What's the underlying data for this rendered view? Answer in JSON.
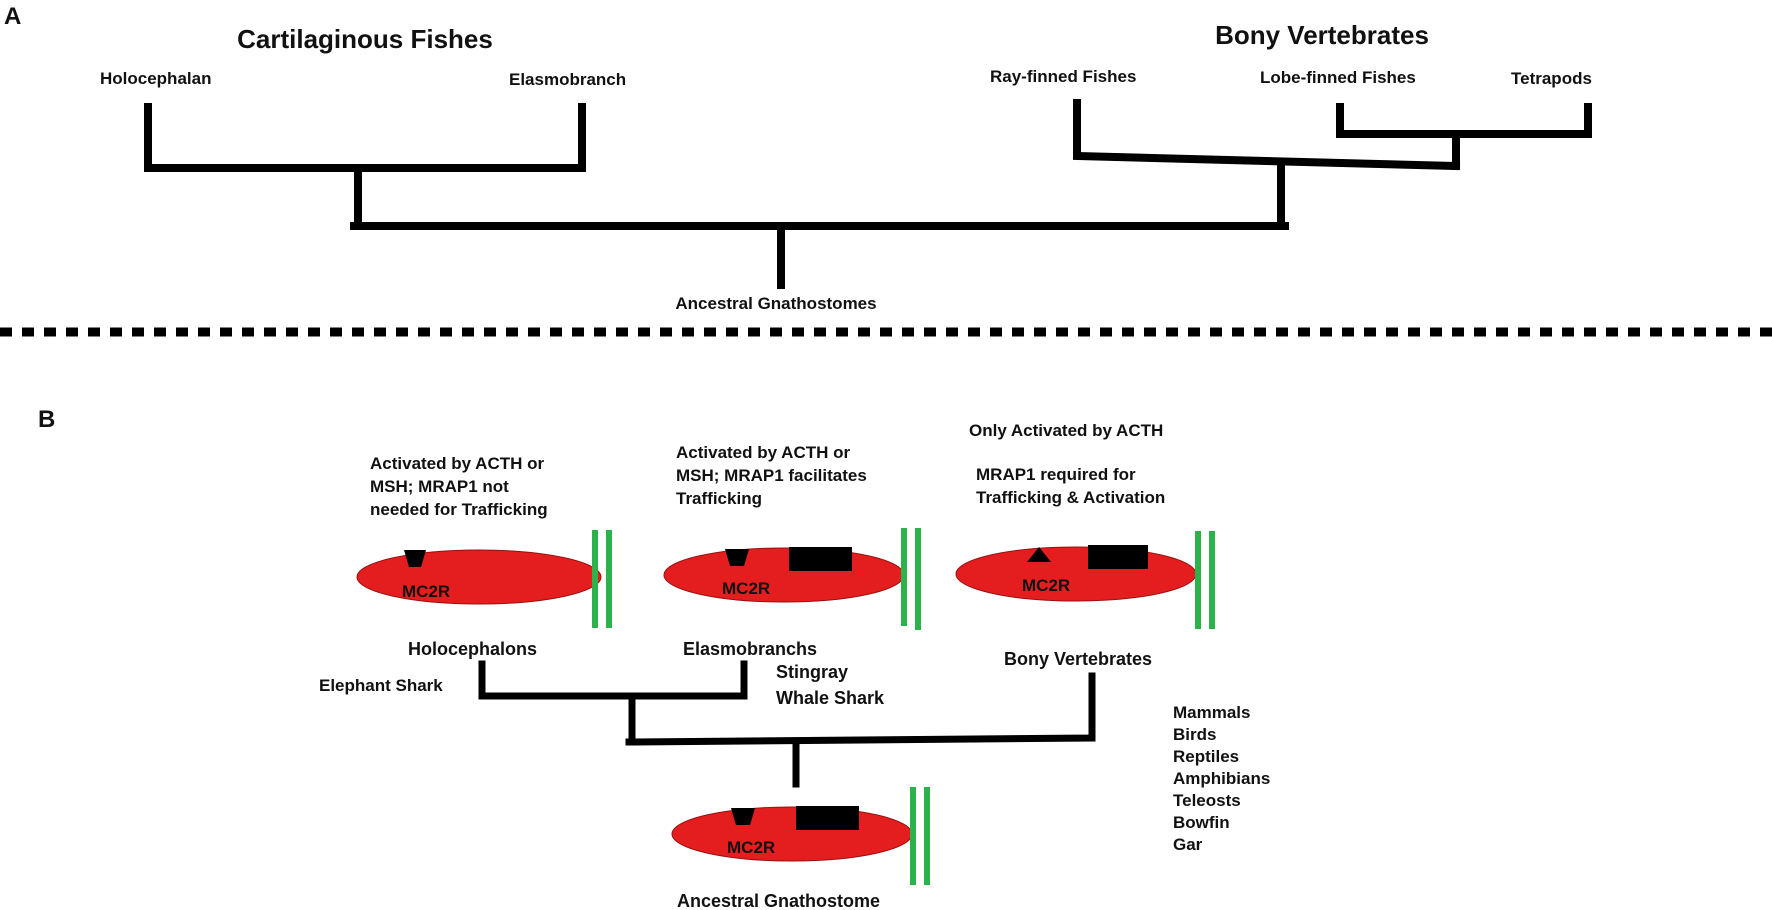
{
  "panel_a": {
    "label": "A",
    "groups": {
      "cartilaginous": "Cartilaginous Fishes",
      "bony": "Bony Vertebrates"
    },
    "taxa": {
      "holocephalan": "Holocephalan",
      "elasmobranch": "Elasmobranch",
      "ray_finned": "Ray-finned Fishes",
      "lobe_finned": "Lobe-finned Fishes",
      "tetrapods": "Tetrapods"
    },
    "ancestor": "Ancestral Gnathostomes"
  },
  "panel_b": {
    "label": "B",
    "receptor_label": "MC2R",
    "descriptions": {
      "holocephalon": [
        "Activated by ACTH or",
        "MSH; MRAP1 not",
        "needed for Trafficking"
      ],
      "elasmobranch": [
        "Activated by ACTH or",
        "MSH; MRAP1 facilitates",
        "Trafficking"
      ],
      "bony_line1": "Only Activated by ACTH",
      "bony_lines": [
        "MRAP1 required for",
        "Trafficking & Activation"
      ]
    },
    "taxa": {
      "holocephalons": "Holocephalons",
      "elasmobranchs": "Elasmobranchs",
      "bony": "Bony Vertebrates",
      "elephant_shark": "Elephant Shark",
      "stingray": "Stingray",
      "whale_shark": "Whale Shark"
    },
    "bony_members": [
      "Mammals",
      "Birds",
      "Reptiles",
      "Amphibians",
      "Teleosts",
      "Bowfin",
      "Gar"
    ],
    "ancestor": "Ancestral Gnathostome"
  },
  "colors": {
    "receptor": "#e41e1e",
    "membrane": "#2bb24a",
    "lines": "#000000"
  },
  "icons": [
    "binding-pocket-trapezoid",
    "binding-pocket-triangle",
    "mrap1-binding-domain",
    "cell-membrane-bilayer"
  ]
}
